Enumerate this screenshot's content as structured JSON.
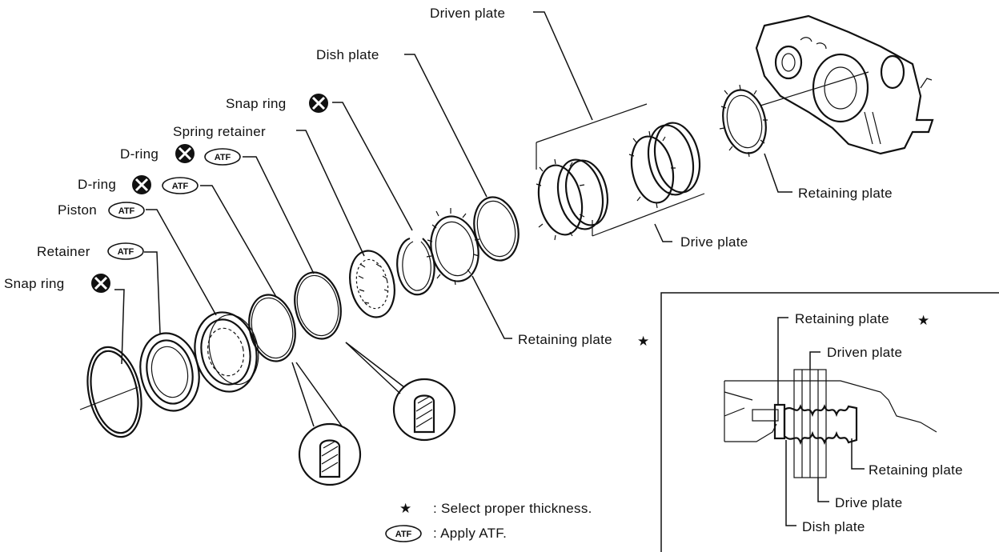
{
  "labels": {
    "driven_plate": "Driven plate",
    "dish_plate": "Dish plate",
    "snap_ring_top": "Snap ring",
    "spring_retainer": "Spring retainer",
    "d_ring_1": "D-ring",
    "d_ring_2": "D-ring",
    "piston": "Piston",
    "retainer": "Retainer",
    "snap_ring_left": "Snap ring",
    "retaining_plate_right": "Retaining plate",
    "drive_plate": "Drive plate",
    "retaining_plate_center": "Retaining plate"
  },
  "atf_badge": "ATF",
  "detail": {
    "retaining_plate": "Retaining plate",
    "driven_plate": "Driven plate",
    "retaining_plate_side": "Retaining plate",
    "drive_plate": "Drive plate",
    "dish_plate": "Dish plate"
  },
  "legend": {
    "star_symbol": "★",
    "star_text": ": Select proper thickness.",
    "atf_text": ": Apply ATF."
  }
}
